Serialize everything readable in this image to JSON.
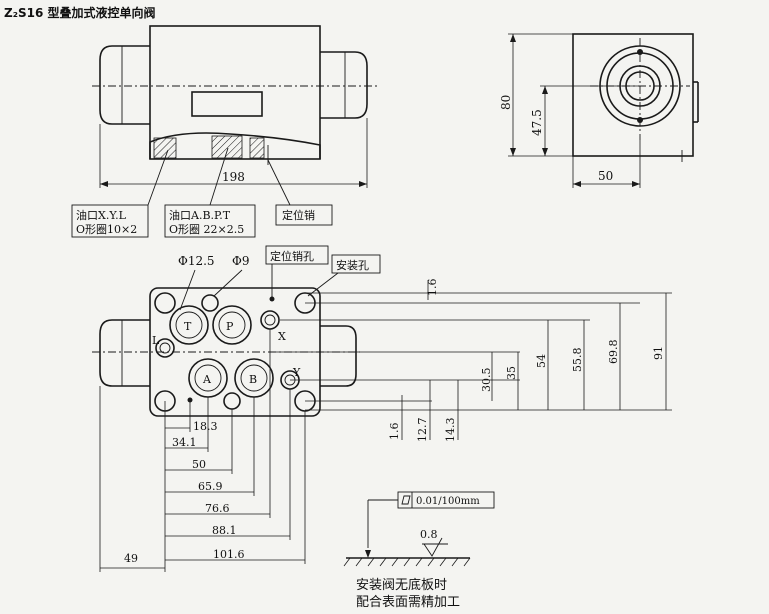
{
  "title": "Z₂S16 型叠加式液控单向阀",
  "top_view": {
    "dim_length": "198",
    "label_oil_xyl_line1": "油口X.Y.L",
    "label_oil_xyl_line2": "O形圈10×2",
    "label_oil_abpt_line1": "油口A.B.P.T",
    "label_oil_abpt_line2": "O形圈 22×2.5",
    "label_pin": "定位销"
  },
  "side_view": {
    "dim_height": "80",
    "dim_center": "47.5",
    "dim_width": "50"
  },
  "face_view": {
    "phi1": "Φ12.5",
    "phi2": "Φ9",
    "pin_hole": "定位销孔",
    "mount_hole": "安装孔",
    "port_T": "T",
    "port_P": "P",
    "port_A": "A",
    "port_B": "B",
    "port_X": "X",
    "port_Y": "Y",
    "port_L": "L",
    "v_dims": [
      "1.6",
      "30.5",
      "35",
      "54",
      "55.8",
      "69.8",
      "91"
    ],
    "v_dims_low": [
      "1.6",
      "12.7",
      "14.3"
    ],
    "h_dims": [
      "18.3",
      "34.1",
      "50",
      "65.9",
      "76.6",
      "88.1",
      "101.6"
    ],
    "dim_offset": "49"
  },
  "surface": {
    "flatness": "0.01/100mm",
    "roughness": "0.8",
    "note_line1": "安装阀无底板时",
    "note_line2": "配合表面需精加工"
  }
}
